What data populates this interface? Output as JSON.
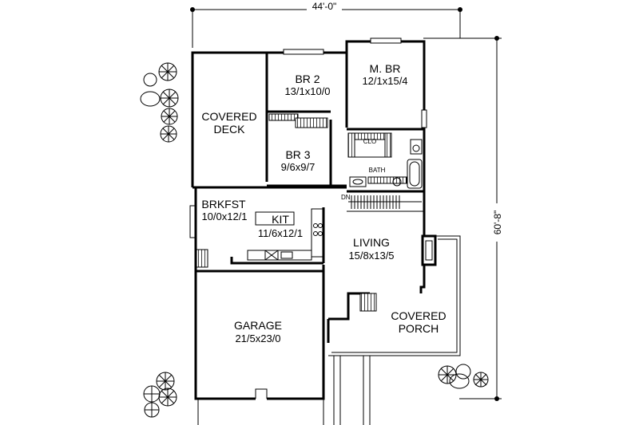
{
  "dimensions": {
    "width": "44'-0\"",
    "depth": "60'-8\""
  },
  "rooms": {
    "br2": {
      "name": "BR 2",
      "size": "13/1x10/0"
    },
    "mbr": {
      "name": "M. BR",
      "size": "12/1x15/4"
    },
    "deck": {
      "name_line1": "COVERED",
      "name_line2": "DECK"
    },
    "br3": {
      "name": "BR 3",
      "size": "9/6x9/7"
    },
    "clo": {
      "name": "CLO"
    },
    "bath": {
      "name": "BATH"
    },
    "dn": {
      "name": "DN"
    },
    "brkfst": {
      "name": "BRKFST",
      "size": "10/0x12/1"
    },
    "kit": {
      "name": "KIT",
      "size": "11/6x12/1"
    },
    "living": {
      "name": "LIVING",
      "size": "15/8x13/5"
    },
    "porch": {
      "name_line1": "COVERED",
      "name_line2": "PORCH"
    },
    "garage": {
      "name": "GARAGE",
      "size": "21/5x23/0"
    }
  }
}
